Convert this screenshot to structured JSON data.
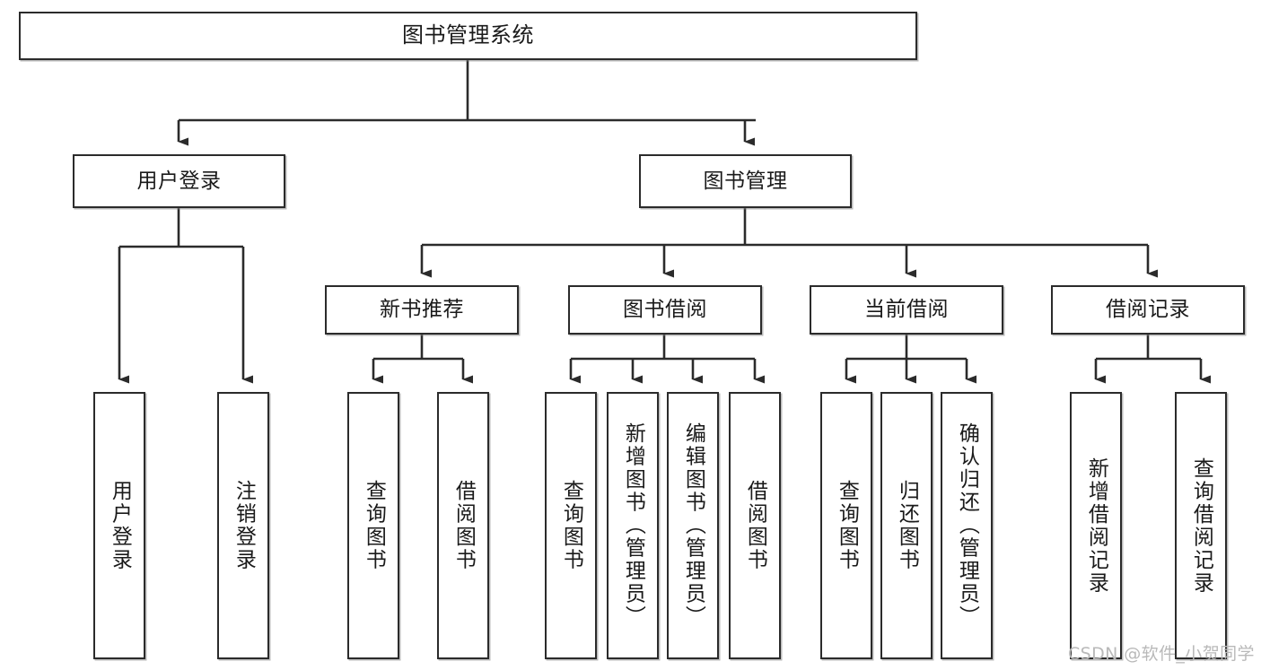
{
  "diagram": {
    "title": "图书管理系统",
    "type": "hierarchy-tree",
    "orientation": "top-down",
    "colors": {
      "box_border": "#2b2b2b",
      "box_fill": "#ffffff",
      "connector": "#2b2b2b",
      "text": "#1a1a1a",
      "watermark": "#b9b9b9",
      "background": "#ffffff"
    }
  },
  "nodes": {
    "root": {
      "label": "图书管理系统"
    },
    "level1": [
      {
        "label": "用户登录"
      },
      {
        "label": "图书管理"
      }
    ],
    "level2": [
      {
        "label": "新书推荐"
      },
      {
        "label": "图书借阅"
      },
      {
        "label": "当前借阅"
      },
      {
        "label": "借阅记录"
      }
    ],
    "leaves": {
      "user_login": [
        {
          "label": "用户登录"
        },
        {
          "label": "注销登录"
        }
      ],
      "new_book": [
        {
          "label": "查询图书"
        },
        {
          "label": "借阅图书"
        }
      ],
      "book_borrow": [
        {
          "label": "查询图书"
        },
        {
          "label": "新增图书（管理员）"
        },
        {
          "label": "编辑图书（管理员）"
        },
        {
          "label": "借阅图书"
        }
      ],
      "current_borrow": [
        {
          "label": "查询图书"
        },
        {
          "label": "归还图书"
        },
        {
          "label": "确认归还（管理员）"
        }
      ],
      "borrow_record": [
        {
          "label": "新增借阅记录"
        },
        {
          "label": "查询借阅记录"
        }
      ]
    }
  },
  "watermark": {
    "text": "CSDN @软件_小贺同学"
  }
}
